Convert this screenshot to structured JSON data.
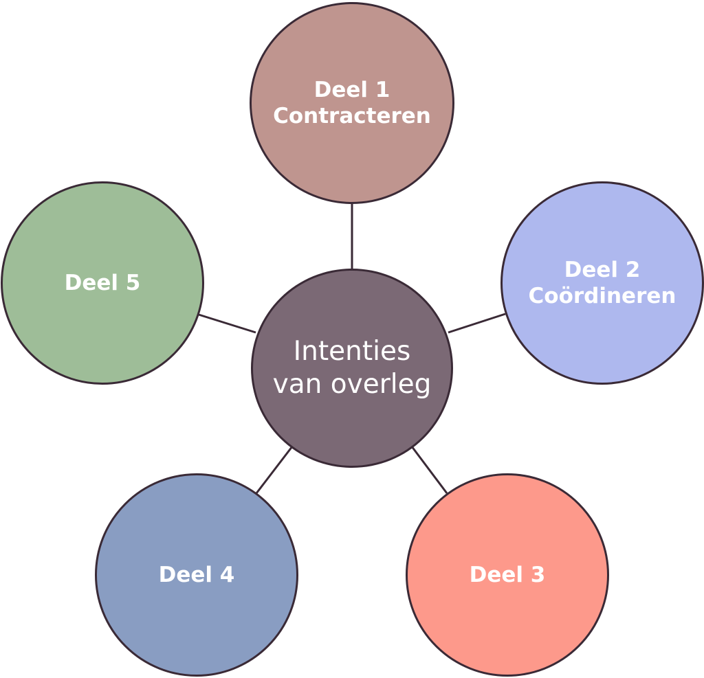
{
  "center": {
    "line1": "Intenties",
    "line2": "van overleg",
    "color": "#7b6975"
  },
  "parts": [
    {
      "line1": "Deel 1",
      "line2": "Contracteren",
      "color": "#bf958f"
    },
    {
      "line1": "Deel 2",
      "line2": "Coördineren",
      "color": "#aeb8ee"
    },
    {
      "line1": "Deel 3",
      "line2": "",
      "color": "#fd998b"
    },
    {
      "line1": "Deel 4",
      "line2": "",
      "color": "#899dc2"
    },
    {
      "line1": "Deel 5",
      "line2": "",
      "color": "#9ebd98"
    }
  ],
  "colors": {
    "outline": "#3a2a36",
    "connector": "#3a2a36",
    "text": "#ffffff"
  }
}
